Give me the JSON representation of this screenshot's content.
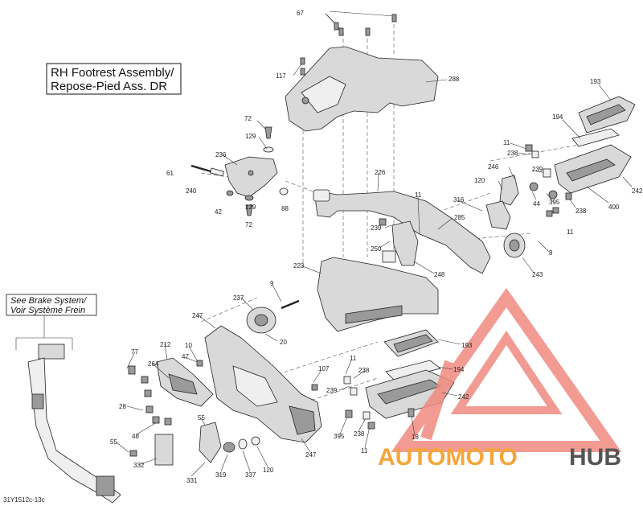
{
  "title": {
    "line1": "RH Footrest Assembly/",
    "line2": "Repose-Pied Ass. DR"
  },
  "note": {
    "line1": "See Brake System/",
    "line2": "Voir Système Frein"
  },
  "figure_code": "31Y1512c-13c",
  "watermark": {
    "word_a": "AUTOMOTO",
    "word_b": "HUB",
    "color_a": "#f4a63a",
    "color_b": "#555555",
    "logo_color": "#f08a80"
  },
  "callouts": {
    "c67": "67",
    "c117": "117",
    "c288": "288",
    "c193a": "193",
    "c194a": "194",
    "c72a": "72",
    "c129a": "129",
    "c236": "236",
    "c61": "61",
    "c240": "240",
    "c42": "42",
    "c129b": "129",
    "c88": "88",
    "c72b": "72",
    "c226": "226",
    "c11a": "11",
    "c238a": "238",
    "c239a": "239",
    "c246": "246",
    "c120a": "120",
    "c44": "44",
    "c395a": "395",
    "c238b": "238",
    "c400": "400",
    "c242a": "242",
    "c11b": "11",
    "c11c": "11",
    "c316": "316",
    "c285": "285",
    "c239b": "239",
    "c250": "250",
    "c248": "248",
    "c8": "8",
    "c243": "243",
    "c223": "223",
    "c9": "9",
    "c237": "237",
    "c247a": "247",
    "c20": "20",
    "c193b": "193",
    "c194b": "194",
    "c212": "212",
    "c10": "10",
    "c77": "77",
    "c47": "47",
    "c264": "264",
    "c107": "107",
    "c11d": "11",
    "c238c": "238",
    "c239c": "239",
    "c242b": "242",
    "c28": "28",
    "c55a": "55",
    "c48": "48",
    "c55b": "55",
    "c332": "332",
    "c331": "331",
    "c319": "319",
    "c337": "337",
    "c120b": "120",
    "c247b": "247",
    "c395b": "395",
    "c238d": "238",
    "c11e": "11",
    "c18": "18"
  }
}
